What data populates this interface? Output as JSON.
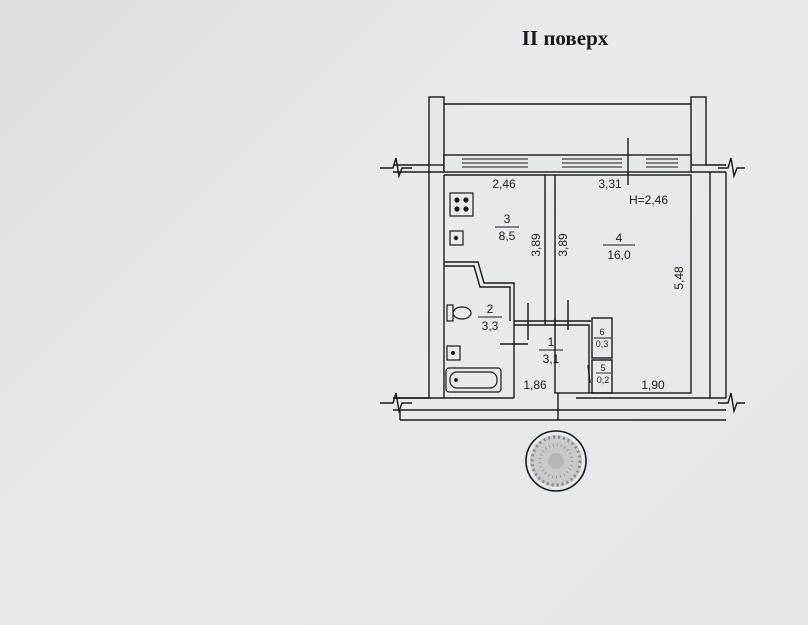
{
  "title": "II поверх",
  "height_note": "H=2,46",
  "rooms": [
    {
      "number": "3",
      "area": "8,5"
    },
    {
      "number": "4",
      "area": "16,0"
    },
    {
      "number": "2",
      "area": "3,3"
    },
    {
      "number": "1",
      "area": "3,1"
    },
    {
      "number": "6",
      "area": "0,3"
    },
    {
      "number": "5",
      "area": "0,2"
    }
  ],
  "dimensions": {
    "kitchen_width": "2,46",
    "room_width": "3,31",
    "kitchen_depth": "3,89",
    "room_depth_left": "3,89",
    "room_depth_right": "5,48",
    "hall_width": "1,86",
    "room_bottom_width": "1,90"
  },
  "colors": {
    "ink": "#1a1a1a",
    "wall_fill": "#e6e7eb"
  }
}
